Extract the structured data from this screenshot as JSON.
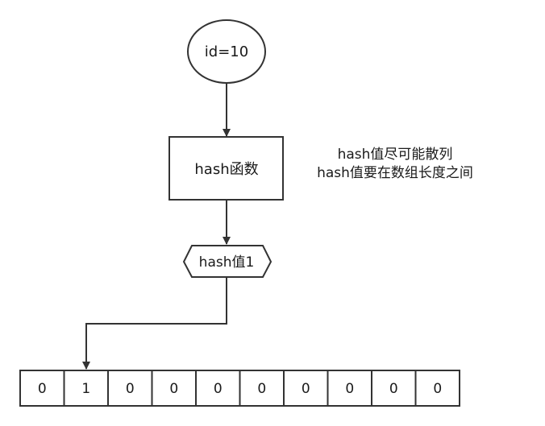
{
  "diagram": {
    "input_node": {
      "label": "id=10"
    },
    "function_node": {
      "label": "hash函数"
    },
    "output_node": {
      "label": "hash值1"
    },
    "notes": [
      "hash值尽可能散列",
      "hash值要在数组长度之间"
    ],
    "array_cells": [
      "0",
      "1",
      "0",
      "0",
      "0",
      "0",
      "0",
      "0",
      "0",
      "0"
    ]
  }
}
